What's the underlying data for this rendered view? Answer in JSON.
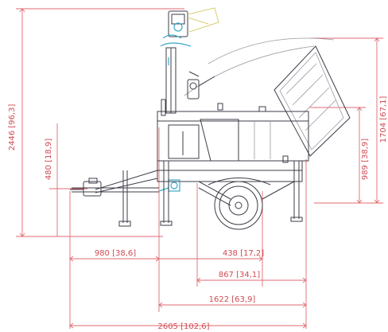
{
  "dimensions": {
    "overall_height": "2446 [96,3]",
    "hitch_height": "480 [18,9]",
    "body_height": "1704 [67,1]",
    "rear_height": "989 [38,9]",
    "front_offset": "980 [38,6]",
    "axle_offset": "438 [17,2]",
    "axle_to_rear": "867 [34,1]",
    "body_length": "1622 [63,9]",
    "overall_length": "2605 [102,6]"
  },
  "colors": {
    "dimension_lines": "#e06a70",
    "dimension_text": "#d14a52",
    "outline": "#3c3c48",
    "accent": "#3aa8c8",
    "highlight": "#d8d070"
  }
}
